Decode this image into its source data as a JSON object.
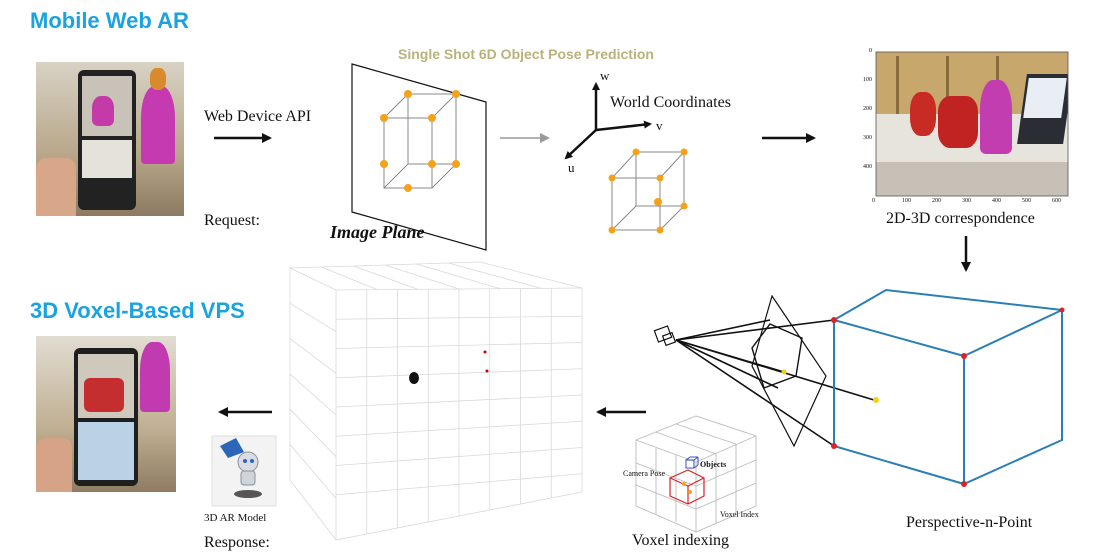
{
  "headings": {
    "mobile_web_ar": "Mobile Web AR",
    "voxel_vps": "3D Voxel-Based VPS",
    "pose_prediction": "Single Shot 6D Object Pose Prediction"
  },
  "labels": {
    "web_device_api": "Web Device API",
    "request": "Request:",
    "image_plane": "Image Plane",
    "world_coordinates": "World Coordinates",
    "axis_w": "w",
    "axis_v": "v",
    "axis_u": "u",
    "correspondence": "2D-3D correspondence",
    "pnp": "Perspective-n-Point",
    "voxel_indexing": "Voxel indexing",
    "response": "Response:",
    "ar_model": "3D AR Model",
    "camera_pose": "Camera Pose",
    "objects": "Objects",
    "voxel_index": "Voxel Index"
  },
  "plot_axis": {
    "y_ticks": [
      "0",
      "100",
      "200",
      "300",
      "400"
    ],
    "x_ticks": [
      "0",
      "100",
      "200",
      "300",
      "400",
      "500",
      "600"
    ]
  },
  "colors": {
    "heading_blue": "#1aa3e0",
    "heading_khaki": "#b9b27a",
    "keypoint_orange": "#f4a21c",
    "cube_blue": "#2a7fb5",
    "pnp_red": "#d9232a"
  }
}
